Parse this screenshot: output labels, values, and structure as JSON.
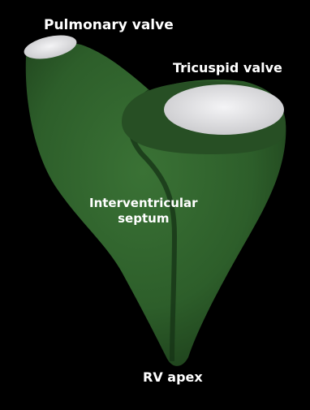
{
  "labels": {
    "pulmonary_valve": "Pulmonary valve",
    "tricuspid_valve": "Tricuspid valve",
    "septum_line1": "Interventricular",
    "septum_line2": "septum",
    "rv_apex": "RV apex"
  },
  "colors": {
    "background": "#000000",
    "myocardium": "#2d5e2a",
    "myocardium_dark": "#1c3d1b",
    "valve": "#e6e6e8",
    "label": "#ffffff"
  }
}
